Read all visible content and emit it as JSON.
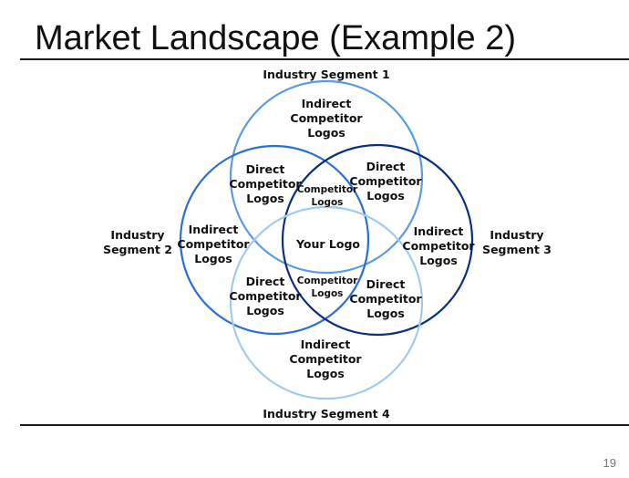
{
  "slide": {
    "title": "Market Landscape (Example 2)",
    "page_number": "19"
  },
  "segments": {
    "top": "Industry Segment 1",
    "left": "Industry\nSegment 2",
    "right": "Industry\nSegment 3",
    "bottom": "Industry Segment 4"
  },
  "regions": {
    "top_indirect": "Indirect\nCompetitor\nLogos",
    "left_indirect": "Indirect\nCompetitor\nLogos",
    "right_indirect": "Indirect\nCompetitor\nLogos",
    "bottom_indirect": "Indirect\nCompetitor\nLogos",
    "upper_left_direct": "Direct\nCompetitor\nLogos",
    "upper_right_direct": "Direct\nCompetitor\nLogos",
    "lower_left_direct": "Direct\nCompetitor\nLogos",
    "lower_right_direct": "Direct\nCompetitor\nLogos",
    "upper_center_competitor": "Competitor\nLogos",
    "lower_center_competitor": "Competitor\nLogos",
    "center": "Your Logo"
  },
  "colors": {
    "circle_top": "#5b9be6",
    "circle_left": "#2d6fd6",
    "circle_right": "#0b2f82",
    "circle_bottom": "#9fcbf0"
  }
}
